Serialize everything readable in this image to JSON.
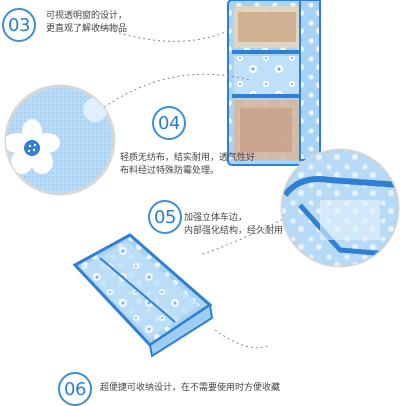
{
  "sections": [
    {
      "number": "03",
      "lines": [
        "可视透明窗的设计，",
        "更直观了解收纳物品"
      ]
    },
    {
      "number": "04",
      "lines": [
        "轻质无纺布，结实耐用，透气性好",
        "布料经过特殊防霉处理。"
      ]
    },
    {
      "number": "05",
      "lines": [
        "加强立体车边，",
        "内部强化结构，经久耐用"
      ]
    },
    {
      "number": "06",
      "lines": [
        "超便捷可收纳设计，在不需要使用时方便收藏"
      ]
    }
  ],
  "colors": {
    "accent": "#3a8fd6",
    "fabric_light": "#cfe6fa",
    "fabric_mid": "#9dcdf3",
    "trim": "#2f7fd4"
  }
}
